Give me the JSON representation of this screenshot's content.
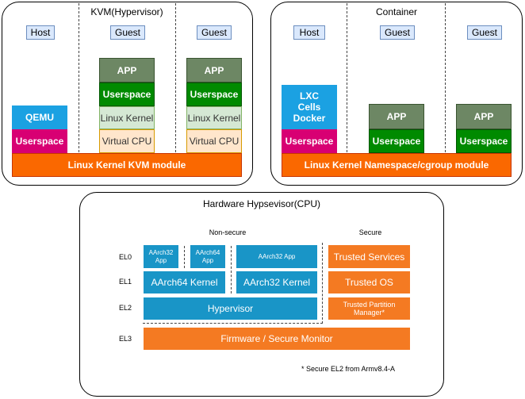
{
  "kvm": {
    "title": "KVM(Hypervisor)",
    "host_label": "Host",
    "guest1_label": "Guest",
    "guest2_label": "Guest",
    "qemu": "QEMU",
    "host_userspace": "Userspace",
    "guest_app": "APP",
    "guest_userspace": "Userspace",
    "guest_kernel": "Linux Kernel",
    "guest_cpu": "Virtual CPU",
    "module": "Linux Kernel KVM module"
  },
  "container": {
    "title": "Container",
    "host_label": "Host",
    "guest1_label": "Guest",
    "guest2_label": "Guest",
    "lxc": "LXC Cells Docker",
    "host_userspace": "Userspace",
    "guest_app": "APP",
    "guest_userspace": "Userspace",
    "module": "Linux Kernel Namespace/cgroup module"
  },
  "hardware": {
    "title": "Hardware Hypsevisor(CPU)",
    "nonsecure": "Non-secure",
    "secure": "Secure",
    "el0": "EL0",
    "el1": "EL1",
    "el2": "EL2",
    "el3": "EL3",
    "aarch32_app_1": "AArch32 App",
    "aarch64_app": "AArch64 App",
    "aarch32_app_2": "AArch32 App",
    "aarch64_kernel": "AArch64 Kernel",
    "aarch32_kernel": "AArch32 Kernel",
    "hypervisor": "Hypervisor",
    "trusted_services": "Trusted Services",
    "trusted_os": "Trusted OS",
    "trusted_partition_manager": "Trusted Partition Manager*",
    "firmware": "Firmware / Secure Monitor",
    "footnote": "* Secure EL2 from Armv8.4-A"
  }
}
